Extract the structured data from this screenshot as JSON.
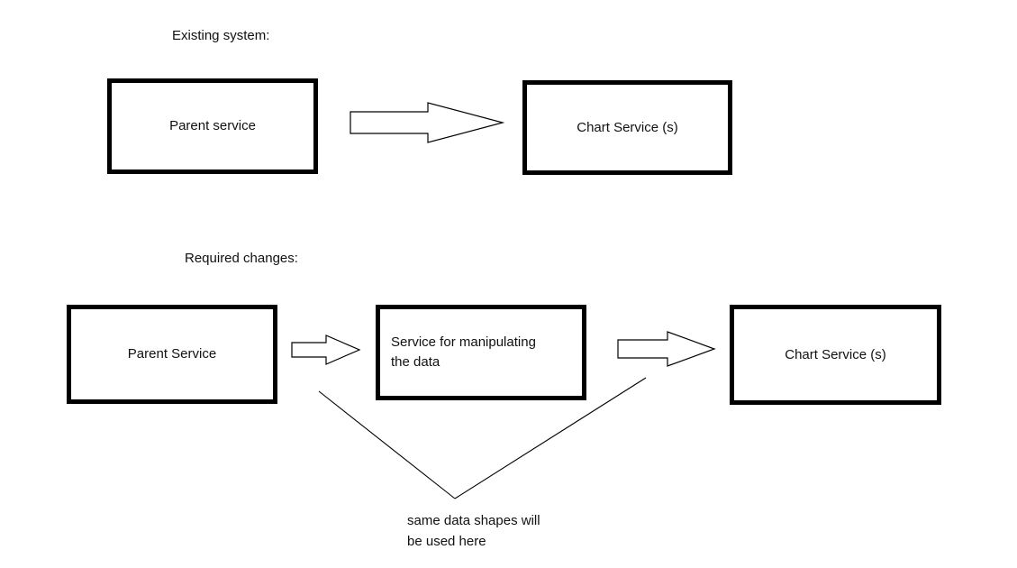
{
  "diagram": {
    "title_existing": "Existing system:",
    "title_required": "Required changes:",
    "annotation": "same data shapes will\nbe used here",
    "colors": {
      "stroke": "#000000",
      "fill": "#ffffff",
      "text": "#111111"
    },
    "existing_system": {
      "label": "Existing system:",
      "nodes": [
        {
          "id": "parent-service",
          "text": "Parent service",
          "align": "center"
        },
        {
          "id": "chart-service",
          "text": "Chart Service (s)",
          "align": "center"
        }
      ],
      "connectors": [
        {
          "id": "arrow-existing-1",
          "from": "parent-service",
          "to": "chart-service",
          "type": "block-arrow-right"
        }
      ]
    },
    "required_changes": {
      "label": "Required changes:",
      "nodes": [
        {
          "id": "parent-service-2",
          "text": "Parent Service",
          "align": "center"
        },
        {
          "id": "manipulation-service",
          "text": "Service for manipulating\nthe data",
          "align": "left"
        },
        {
          "id": "chart-service-2",
          "text": "Chart Service (s)",
          "align": "center"
        }
      ],
      "connectors": [
        {
          "id": "arrow-required-1",
          "from": "parent-service-2",
          "to": "manipulation-service",
          "type": "block-arrow-right"
        },
        {
          "id": "arrow-required-2",
          "from": "manipulation-service",
          "to": "chart-service-2",
          "type": "block-arrow-right"
        }
      ],
      "callout": {
        "id": "same-data-shapes-callout",
        "text": "same data shapes will\nbe used here",
        "leader_lines": 2
      }
    }
  }
}
